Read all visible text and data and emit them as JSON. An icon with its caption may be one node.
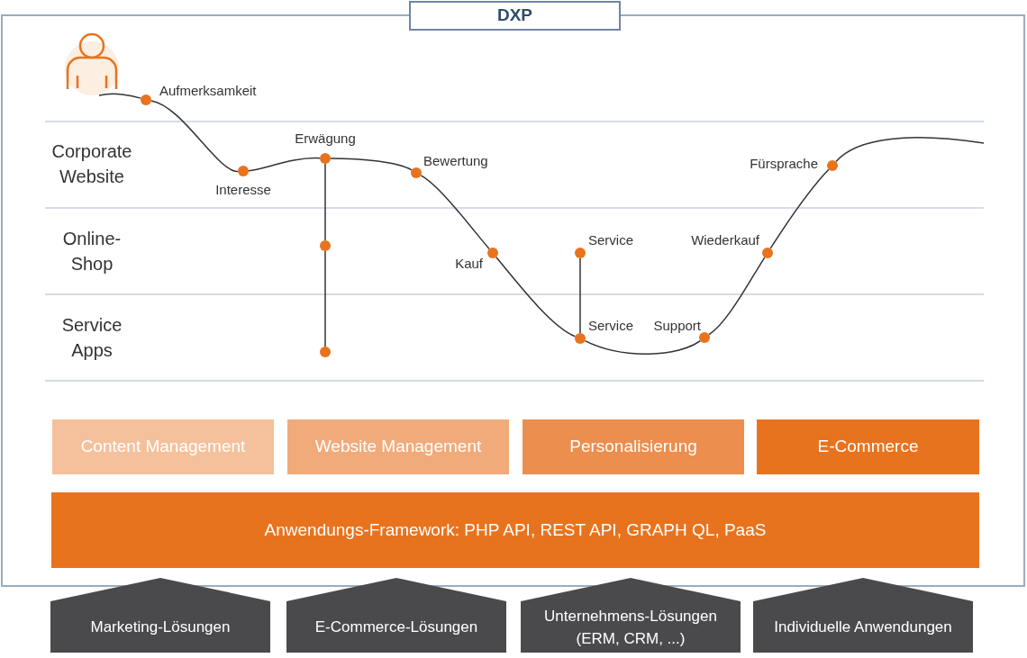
{
  "diagram": {
    "nodes": [
      {
        "text": [
          "DXP"
        ]
      },
      {
        "text": [],
        "shape": "person",
        "in": 0
      },
      {
        "text": [],
        "shape": "circle",
        "in": 0,
        "beside": [
          "Aufmerksamkeit"
        ]
      },
      {
        "text": [],
        "shape": "circle",
        "in": 0,
        "beside": [
          "Interesse"
        ]
      },
      {
        "text": [],
        "shape": "circle",
        "in": 0,
        "beside": [
          "Erwägung"
        ]
      },
      {
        "text": [],
        "shape": "circle",
        "in": 0
      },
      {
        "text": [],
        "shape": "circle",
        "in": 0
      },
      {
        "text": [],
        "shape": "circle",
        "in": 0,
        "beside": [
          "Bewertung"
        ]
      },
      {
        "text": [],
        "shape": "circle",
        "in": 0,
        "beside": [
          "Kauf"
        ]
      },
      {
        "text": [],
        "shape": "circle",
        "in": 0,
        "beside": [
          "Service"
        ]
      },
      {
        "text": [],
        "shape": "circle",
        "in": 0,
        "beside": [
          "Service"
        ]
      },
      {
        "text": [],
        "shape": "circle",
        "in": 0,
        "beside": [
          "Support"
        ]
      },
      {
        "text": [],
        "shape": "circle",
        "in": 0,
        "beside": [
          "Wiederkauf"
        ]
      },
      {
        "text": [],
        "shape": "circle",
        "in": 0,
        "beside": [
          "Fürsprache"
        ]
      },
      {
        "text": [
          "Content Management"
        ],
        "in": 0
      },
      {
        "text": [
          "Website Management"
        ],
        "in": 0
      },
      {
        "text": [
          "Personalisierung"
        ],
        "in": 0
      },
      {
        "text": [
          "E-Commerce"
        ],
        "in": 0
      },
      {
        "text": [
          "Anwendungs-Framework: PHP API, REST API, GRAPH QL, PaaS"
        ],
        "in": 0
      },
      {
        "text": [
          "Marketing-Lösungen"
        ]
      },
      {
        "text": [
          "E-Commerce-Lösungen"
        ]
      },
      {
        "text": [
          "Unternehmens-Lösungen (ERM, CRM, ...)"
        ]
      },
      {
        "text": [
          "Individuelle Anwendungen"
        ]
      }
    ],
    "edges": [
      {
        "from": 1,
        "to": 2,
        "arrow": "none"
      },
      {
        "from": 2,
        "to": 3,
        "arrow": "none"
      },
      {
        "from": 3,
        "to": 4,
        "arrow": "none"
      },
      {
        "from": 4,
        "to": 7,
        "arrow": "none"
      },
      {
        "from": 7,
        "to": 8,
        "arrow": "none"
      },
      {
        "from": 8,
        "to": 10,
        "arrow": "none"
      },
      {
        "from": 10,
        "to": 11,
        "arrow": "none"
      },
      {
        "from": 11,
        "to": 12,
        "arrow": "none"
      },
      {
        "from": 12,
        "to": 13,
        "arrow": "none"
      },
      {
        "from": 13,
        "to": null,
        "arrow": "none"
      },
      {
        "from": 4,
        "to": 5,
        "arrow": "none"
      },
      {
        "from": 5,
        "to": 6,
        "arrow": "none"
      },
      {
        "from": 9,
        "to": 10,
        "arrow": "none"
      }
    ],
    "labels": [
      "Corporate Website",
      "Online-Shop",
      "Service Apps"
    ]
  }
}
